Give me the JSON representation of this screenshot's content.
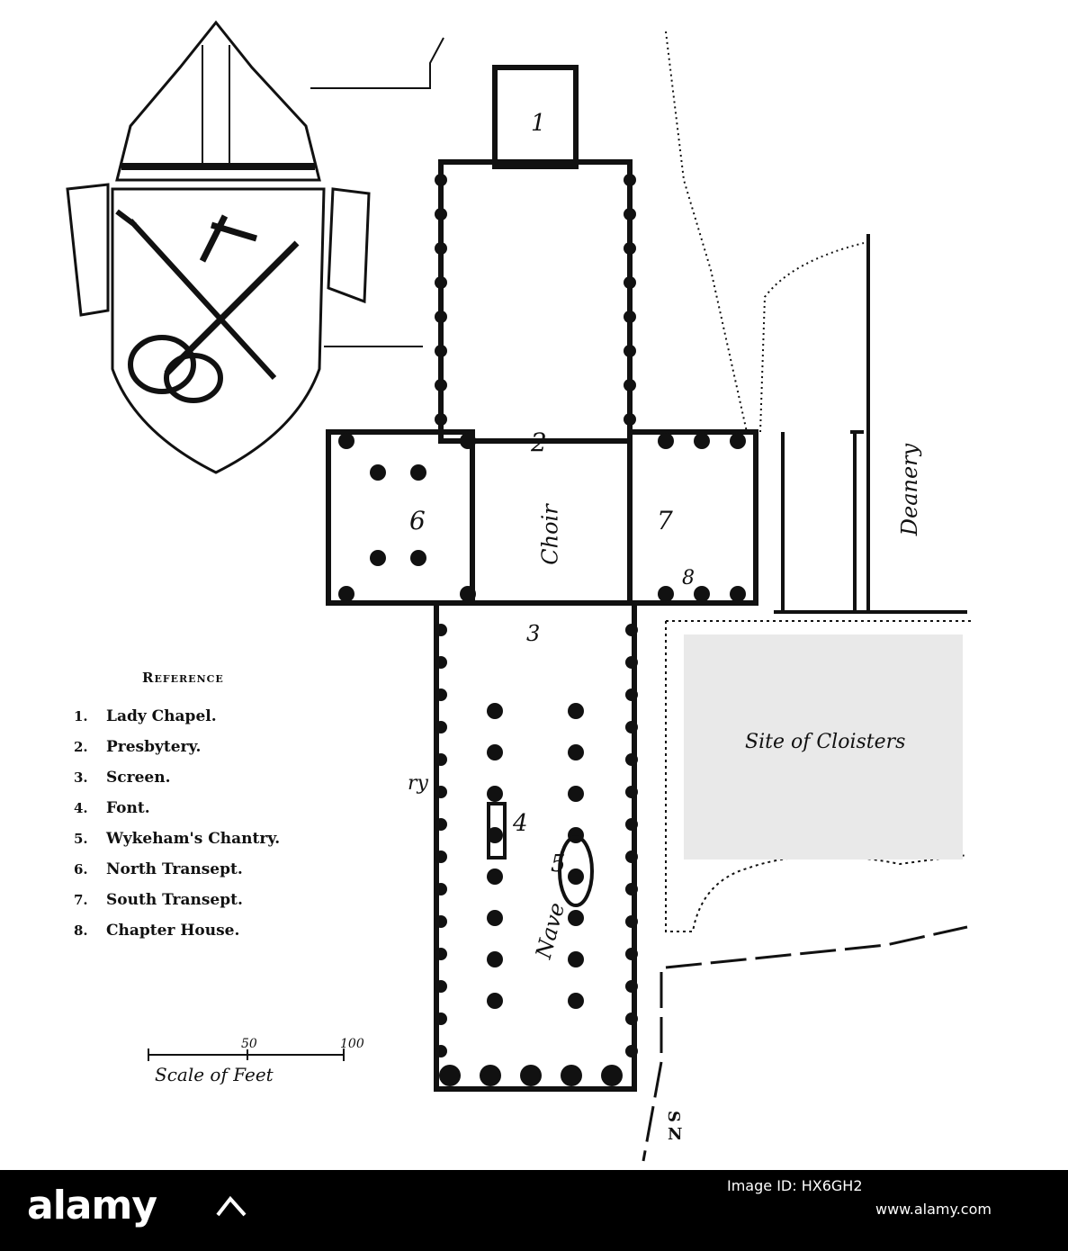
{
  "map": {
    "reference_title": "Reference",
    "reference_items": [
      {
        "num": "1.",
        "label": "Lady Chapel."
      },
      {
        "num": "2.",
        "label": "Presbytery."
      },
      {
        "num": "3.",
        "label": "Screen."
      },
      {
        "num": "4.",
        "label": "Font."
      },
      {
        "num": "5.",
        "label": "Wykeham's Chantry."
      },
      {
        "num": "6.",
        "label": "North Transept."
      },
      {
        "num": "7.",
        "label": "South Transept."
      },
      {
        "num": "8.",
        "label": "Chapter House."
      }
    ],
    "plan_labels": {
      "lady_chapel": "1",
      "presbytery": "2",
      "screen": "3",
      "font": "4",
      "chantry": "5",
      "north_transept": "6",
      "south_transept": "7",
      "chapter_house": "8",
      "choir": "Choir",
      "nave": "Nave",
      "deanery": "Deanery",
      "cloisters": "Site of Cloisters",
      "ry": "ry",
      "south": "S",
      "north": "N"
    },
    "scale": {
      "label": "Scale of Feet",
      "mid": "50",
      "end": "100"
    }
  },
  "footer": {
    "brand": "alamy",
    "image_id": "Image ID: HX6GH2",
    "url": "www.alamy.com",
    "background": "#000000"
  },
  "colors": {
    "ink": "#111111",
    "paper": "#ffffff"
  },
  "icons": [
    "mitre-icon",
    "crossed-keys-icon",
    "sword-icon",
    "compass-icon",
    "alamy-logo-icon"
  ]
}
